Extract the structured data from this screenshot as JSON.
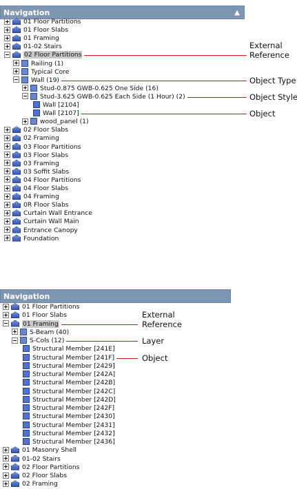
{
  "panel1": {
    "title": "Navigation",
    "rows": [
      {
        "label": "01 Floor Partitions",
        "indent": 0,
        "icon": "xref",
        "exp": "plus"
      },
      {
        "label": "01 Floor Slabs",
        "indent": 0,
        "icon": "xref",
        "exp": "plus"
      },
      {
        "label": "01 Framing",
        "indent": 0,
        "icon": "xref",
        "exp": "plus"
      },
      {
        "label": "01-02 Stairs",
        "indent": 0,
        "icon": "xref",
        "exp": "plus"
      },
      {
        "label": "02 Floor Partitions",
        "indent": 0,
        "icon": "xref",
        "exp": "minus",
        "selected": true
      },
      {
        "label": "Railing (1)",
        "indent": 1,
        "icon": "type",
        "exp": "plus"
      },
      {
        "label": "Typical Core",
        "indent": 1,
        "icon": "type",
        "exp": "plus"
      },
      {
        "label": "Wall (19)",
        "indent": 1,
        "icon": "type",
        "exp": "minus"
      },
      {
        "label": "Stud-0.875 GWB-0.625 One Side (16)",
        "indent": 2,
        "icon": "type",
        "exp": "plus"
      },
      {
        "label": "Stud-3.625 GWB-0.625 Each Side (1 Hour) (2)",
        "indent": 2,
        "icon": "type",
        "exp": "minus"
      },
      {
        "label": "Wall [2104]",
        "indent": 3,
        "icon": "obj",
        "exp": "none"
      },
      {
        "label": "Wall [2107]",
        "indent": 3,
        "icon": "obj",
        "exp": "none"
      },
      {
        "label": "wood_panel (1)",
        "indent": 2,
        "icon": "type",
        "exp": "plus"
      },
      {
        "label": "02 Floor Slabs",
        "indent": 0,
        "icon": "xref",
        "exp": "plus"
      },
      {
        "label": "02 Framing",
        "indent": 0,
        "icon": "xref",
        "exp": "plus"
      },
      {
        "label": "03 Floor Partitions",
        "indent": 0,
        "icon": "xref",
        "exp": "plus"
      },
      {
        "label": "03 Floor Slabs",
        "indent": 0,
        "icon": "xref",
        "exp": "plus"
      },
      {
        "label": "03 Framing",
        "indent": 0,
        "icon": "xref",
        "exp": "plus"
      },
      {
        "label": "03 Soffit Slabs",
        "indent": 0,
        "icon": "xref",
        "exp": "plus"
      },
      {
        "label": "04 Floor Partitions",
        "indent": 0,
        "icon": "xref",
        "exp": "plus"
      },
      {
        "label": "04 Floor Slabs",
        "indent": 0,
        "icon": "xref",
        "exp": "plus"
      },
      {
        "label": "04 Framing",
        "indent": 0,
        "icon": "xref",
        "exp": "plus"
      },
      {
        "label": "0R Floor Slabs",
        "indent": 0,
        "icon": "xref",
        "exp": "plus"
      },
      {
        "label": "Curtain Wall Entrance",
        "indent": 0,
        "icon": "xref",
        "exp": "plus"
      },
      {
        "label": "Curtain Wall Main",
        "indent": 0,
        "icon": "xref",
        "exp": "plus"
      },
      {
        "label": "Entrance Canopy",
        "indent": 0,
        "icon": "xref",
        "exp": "plus"
      },
      {
        "label": "Foundation",
        "indent": 0,
        "icon": "xref",
        "exp": "plus"
      }
    ],
    "annotations": [
      {
        "text": "External\nReference",
        "row": 4
      },
      {
        "text": "Object Type",
        "row": 7
      },
      {
        "text": "Object Style",
        "row": 9
      },
      {
        "text": "Object",
        "row": 11
      }
    ]
  },
  "panel2": {
    "title": "Navigation",
    "rows": [
      {
        "label": "01 Floor Partitions",
        "indent": 0,
        "icon": "xref",
        "exp": "plus"
      },
      {
        "label": "01 Floor Slabs",
        "indent": 0,
        "icon": "xref",
        "exp": "plus"
      },
      {
        "label": "01 Framing",
        "indent": 0,
        "icon": "xref",
        "exp": "minus",
        "selected": true
      },
      {
        "label": "S-Beam (40)",
        "indent": 1,
        "icon": "type",
        "exp": "plus"
      },
      {
        "label": "S-Cols (12)",
        "indent": 1,
        "icon": "type",
        "exp": "minus"
      },
      {
        "label": "Structural Member [241E]",
        "indent": 2,
        "icon": "obj",
        "exp": "none"
      },
      {
        "label": "Structural Member [241F]",
        "indent": 2,
        "icon": "obj",
        "exp": "none"
      },
      {
        "label": "Structural Member [2429]",
        "indent": 2,
        "icon": "obj",
        "exp": "none"
      },
      {
        "label": "Structural Member [242A]",
        "indent": 2,
        "icon": "obj",
        "exp": "none"
      },
      {
        "label": "Structural Member [242B]",
        "indent": 2,
        "icon": "obj",
        "exp": "none"
      },
      {
        "label": "Structural Member [242C]",
        "indent": 2,
        "icon": "obj",
        "exp": "none"
      },
      {
        "label": "Structural Member [242D]",
        "indent": 2,
        "icon": "obj",
        "exp": "none"
      },
      {
        "label": "Structural Member [242F]",
        "indent": 2,
        "icon": "obj",
        "exp": "none"
      },
      {
        "label": "Structural Member [2430]",
        "indent": 2,
        "icon": "obj",
        "exp": "none"
      },
      {
        "label": "Structural Member [2431]",
        "indent": 2,
        "icon": "obj",
        "exp": "none"
      },
      {
        "label": "Structural Member [2432]",
        "indent": 2,
        "icon": "obj",
        "exp": "none"
      },
      {
        "label": "Structural Member [2436]",
        "indent": 2,
        "icon": "obj",
        "exp": "none"
      },
      {
        "label": "01 Masonry Shell",
        "indent": 0,
        "icon": "xref",
        "exp": "plus"
      },
      {
        "label": "01-02 Stairs",
        "indent": 0,
        "icon": "xref",
        "exp": "plus"
      },
      {
        "label": "02 Floor Partitions",
        "indent": 0,
        "icon": "xref",
        "exp": "plus"
      },
      {
        "label": "02 Floor Slabs",
        "indent": 0,
        "icon": "xref",
        "exp": "plus"
      },
      {
        "label": "02 Framing",
        "indent": 0,
        "icon": "xref",
        "exp": "plus"
      }
    ],
    "annotations": [
      {
        "text": "External\nReference",
        "row": 2
      },
      {
        "text": "Layer",
        "row": 4
      },
      {
        "text": "Object",
        "row": 6
      }
    ]
  },
  "colors": {
    "header": "#7f96b2",
    "annotation_line": "#d01818",
    "selection": "#c9c9c9"
  }
}
